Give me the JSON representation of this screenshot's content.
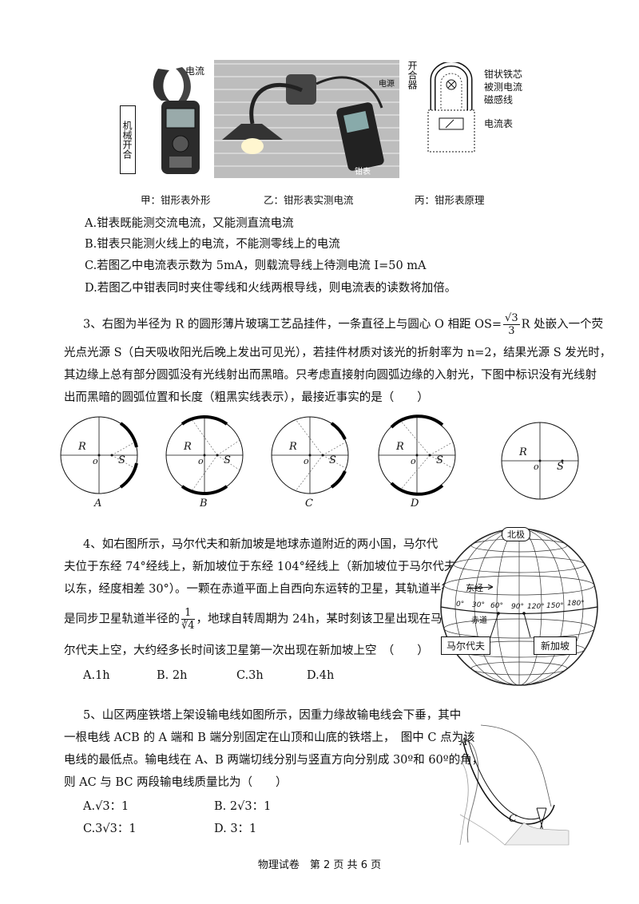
{
  "figure_top": {
    "label_current": "电流",
    "label_mech_switch": "机械开合",
    "label_power": "电源",
    "label_clamp_meter": "钳表",
    "label_open_close": "开合器",
    "label_core": "钳状铁芯",
    "label_measured": "被测电流",
    "label_flux": "磁感线",
    "label_ammeter": "电流表",
    "caption_a": "甲：钳形表外形",
    "caption_b": "乙：钳形表实测电流",
    "caption_c": "丙：钳形表原理"
  },
  "q2_options": [
    "A.钳表既能测交流电流，又能测直流电流",
    "B.钳表只能测火线上的电流，不能测零线上的电流",
    "C.若图乙中电流表示数为 5mA，则载流导线上待测电流 I=50 mA",
    "D.若图乙中钳表同时夹住零线和火线两根导线，则电流表的读数将加倍。"
  ],
  "q3": {
    "l1a": "3、右图为半径为 R 的圆形薄片玻璃工艺品挂件，一条直径上与圆心 O 相距 OS=",
    "frac_num": "√3",
    "frac_den": "3",
    "l1b": "R 处嵌入一个荧",
    "l2": "光点光源 S（白天吸收阳光后晚上发出可见光），若挂件材质对该光的折射率为 n=2，结果光源 S 发光时，",
    "l3": "其边缘上总有部分圆弧没有光线射出而黑暗。只考虑直接射向圆弧边缘的入射光，下图中标识没有光线射",
    "l4": "出而黑暗的圆弧位置和长度（粗黑实线表示），最接近事实的是（　　）",
    "circle_R": "R",
    "circle_O": "o",
    "circle_S": "S",
    "options": [
      "A",
      "B",
      "C",
      "D"
    ]
  },
  "q4": {
    "l1": "4、如右图所示，马尔代夫和新加坡是地球赤道附近的两小国，马尔代",
    "l2": "夫位于东经 74°经线上，新加坡位于东经 104°经线上（新加坡位于马尔代夫",
    "l3": "以东，经度相差 30°）。一颗在赤道平面上自西向东运转的卫星，其轨道半径",
    "l4a": "是同步卫星轨道半径的",
    "frac_num": "1",
    "frac_den": "∛4",
    "l4b": "，地球自转周期为 24h，某时刻该卫星出现在马",
    "l5": "尔代夫上空，大约经多长时间该卫星第一次出现在新加坡上空　（　　）",
    "options": [
      "A.1h",
      "B. 2h",
      "C.3h",
      "D.4h"
    ],
    "globe_north": "北极",
    "globe_east": "东经",
    "globe_equator": "赤道",
    "globe_deg": [
      "0°",
      "30°",
      "60°",
      "90°",
      "120°",
      "150°",
      "180°"
    ],
    "globe_maldives": "马尔代夫",
    "globe_singapore": "新加坡"
  },
  "q5": {
    "l1": "5、山区两座铁塔上架设输电线如图所示，因重力缘故输电线会下垂，其中",
    "l2": "一根电线 ACB 的 A 端和 B 端分别固定在山顶和山底的铁塔上，　图中 C 点为该",
    "l3": "电线的最低点。输电线在 A、B 两端切线分别与竖直方向分别成 30º和 60º的角，",
    "l4": "则 AC 与 BC 两段输电线质量比为（　　）",
    "options": [
      "A.√3：1",
      "B. 2√3：1",
      "C.3√3：1",
      "D. 3：1"
    ],
    "fig_A": "A",
    "fig_C": "C"
  },
  "footer": "物理试卷　第 2 页 共 6 页"
}
